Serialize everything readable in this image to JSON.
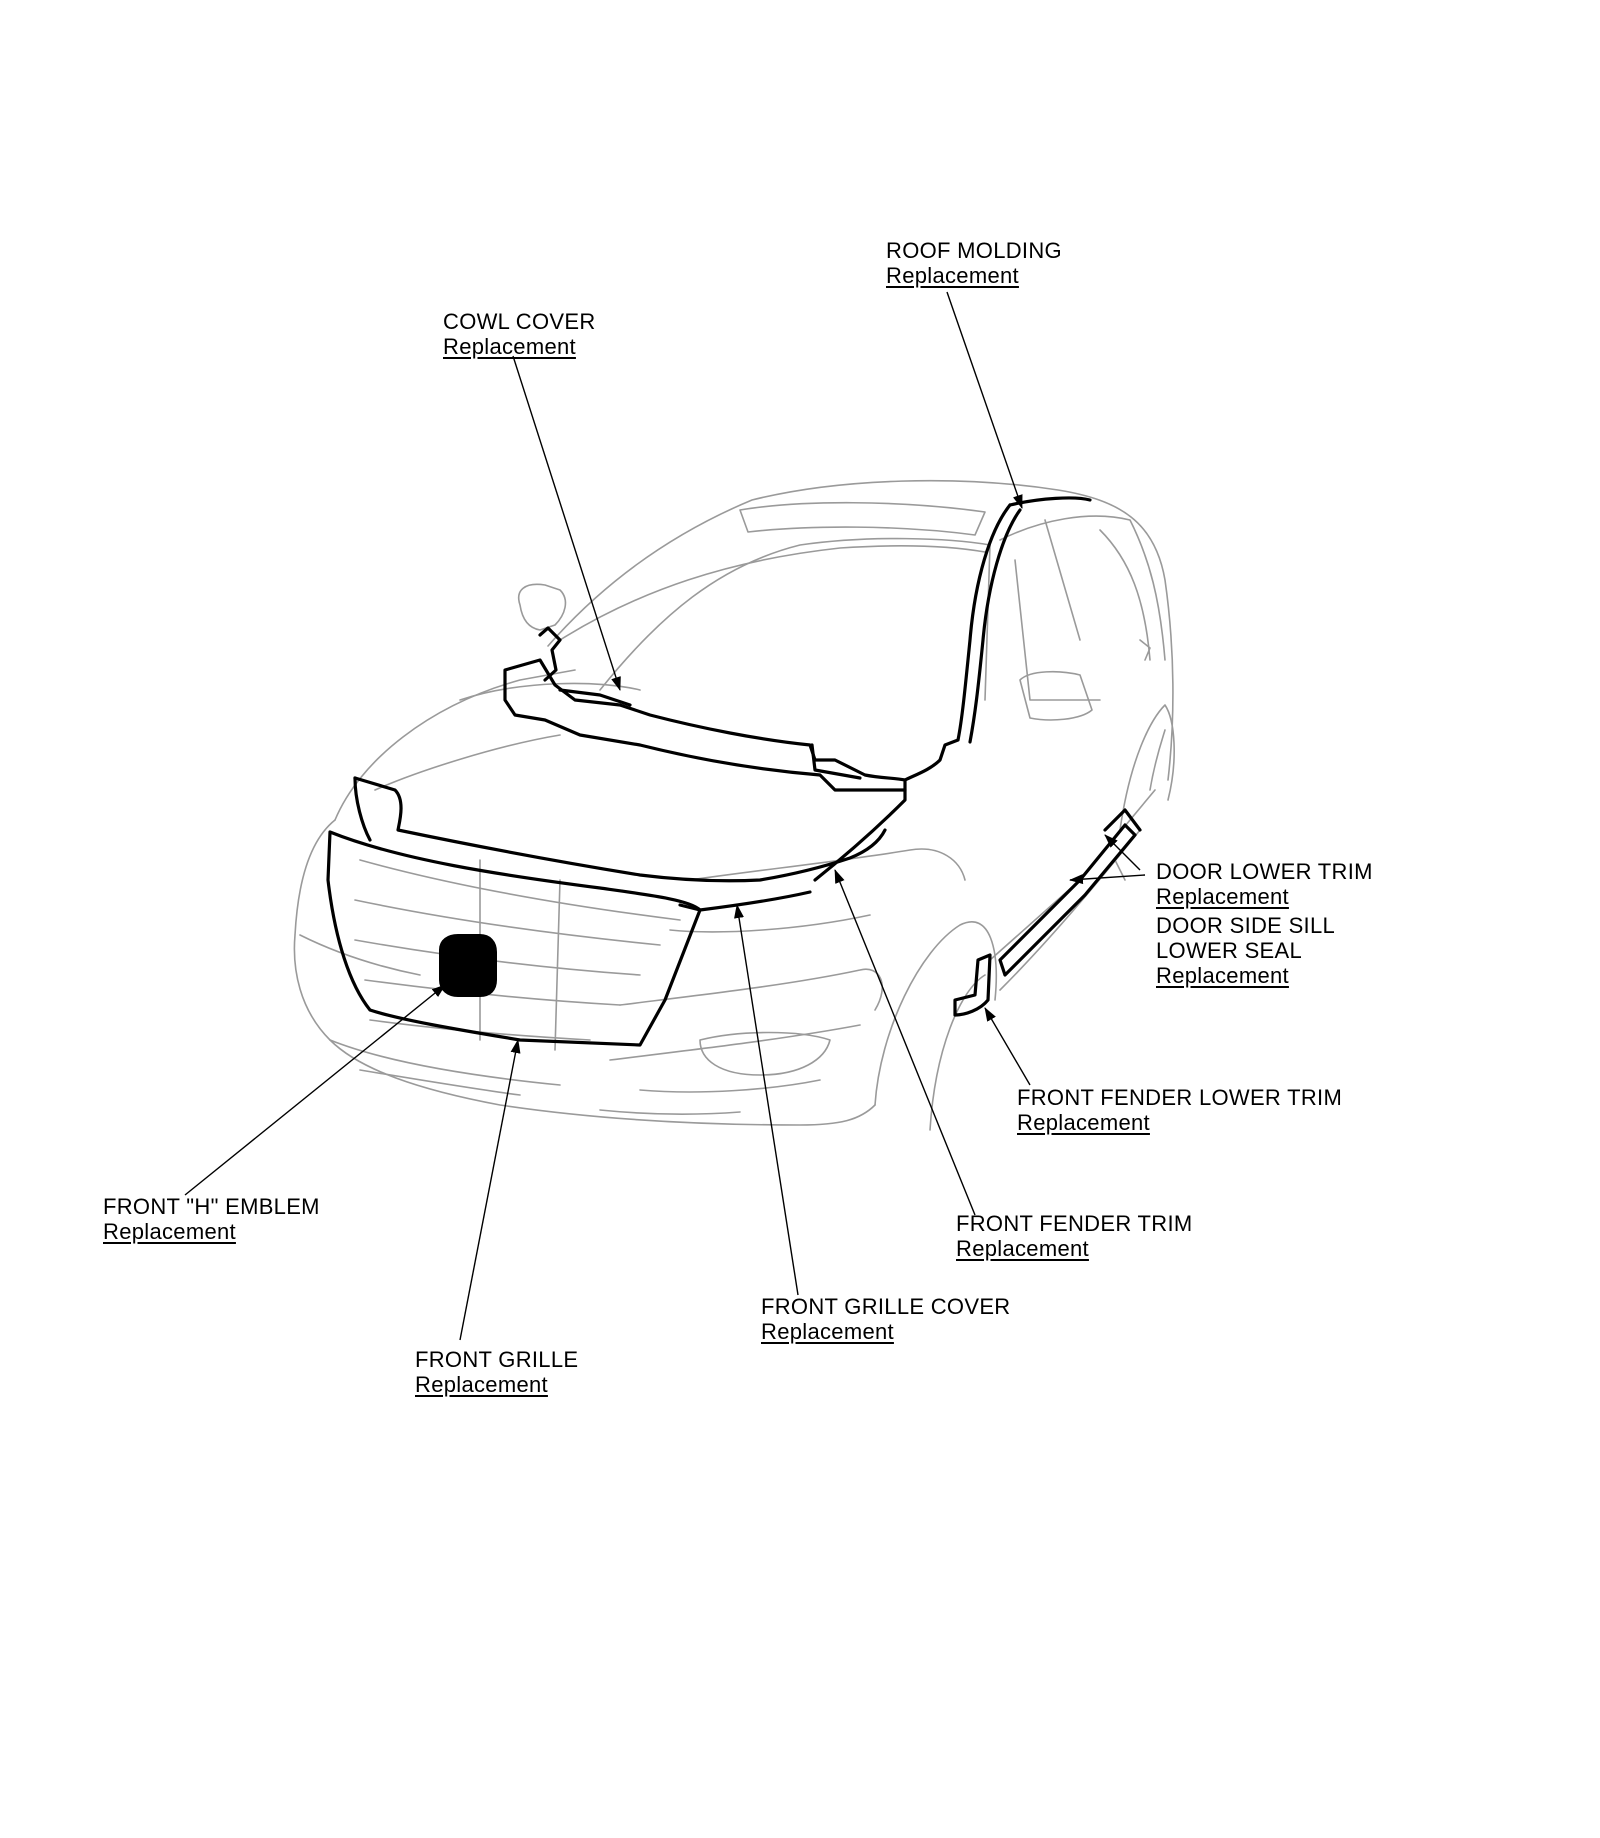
{
  "callouts": {
    "roof_molding": {
      "title": "ROOF MOLDING",
      "link": "Replacement"
    },
    "cowl_cover": {
      "title": "COWL COVER",
      "link": "Replacement"
    },
    "door_lower_trim": {
      "title": "DOOR LOWER TRIM",
      "link": "Replacement"
    },
    "door_side_sill": {
      "title_1": "DOOR SIDE SILL",
      "title_2": "LOWER SEAL",
      "link": "Replacement"
    },
    "front_fender_lower_trim": {
      "title": "FRONT FENDER LOWER TRIM",
      "link": "Replacement"
    },
    "front_fender_trim": {
      "title": "FRONT FENDER TRIM",
      "link": "Replacement"
    },
    "front_grille_cover": {
      "title": "FRONT GRILLE COVER",
      "link": "Replacement"
    },
    "front_grille": {
      "title": "FRONT GRILLE",
      "link": "Replacement"
    },
    "front_h_emblem": {
      "title": "FRONT \"H\" EMBLEM",
      "link": "Replacement"
    }
  },
  "colors": {
    "ink": "#000000",
    "body_line": "#9a9a9a",
    "background": "#ffffff"
  }
}
